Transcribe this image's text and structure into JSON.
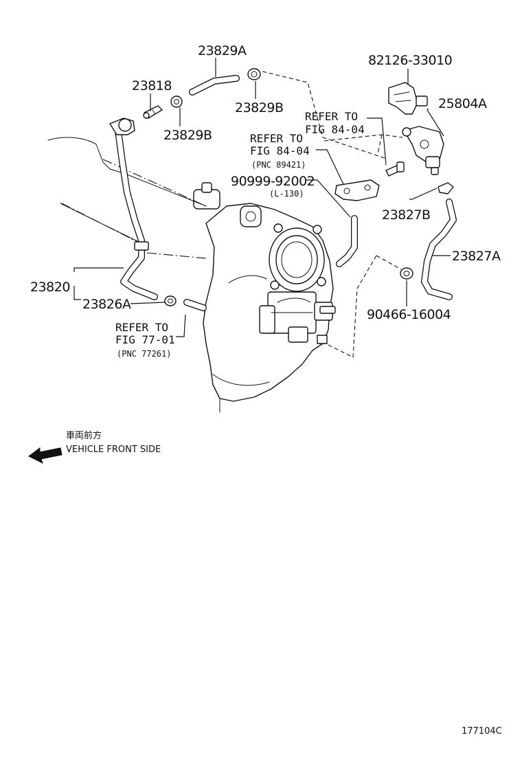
{
  "labels": {
    "p_23829A": "23829A",
    "p_23818": "23818",
    "p_23829B_upper": "23829B",
    "p_23829B_lower": "23829B",
    "p_82126": "82126-33010",
    "p_25804A": "25804A",
    "ref1_line1": "REFER TO",
    "ref1_line2": "FIG 84-04",
    "ref2_line1": "REFER TO",
    "ref2_line2": "FIG 84-04",
    "ref2_pnc": "(PNC 89421)",
    "p_90999": "90999-92002",
    "p_90999_len": "(L-130)",
    "p_23827B": "23827B",
    "p_23827A": "23827A",
    "p_23820": "23820",
    "p_23826A": "23826A",
    "p_90466": "90466-16004",
    "ref3_line1": "REFER TO",
    "ref3_line2": "FIG 77-01",
    "ref3_pnc": "(PNC 77261)",
    "front_jp": "車両前方",
    "front_en": "VEHICLE FRONT SIDE",
    "figure_id": "177104C"
  }
}
